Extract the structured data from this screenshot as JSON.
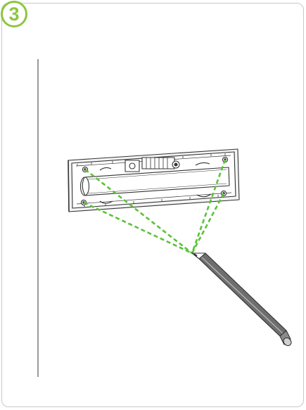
{
  "step": {
    "number": "3"
  },
  "colors": {
    "accent": "#8cc63f",
    "guide_lines": "#5bc236",
    "outline": "#333333",
    "frame": "#c8c8c8"
  },
  "icons": [
    "mounting-plate",
    "pencil",
    "guide-lines"
  ]
}
